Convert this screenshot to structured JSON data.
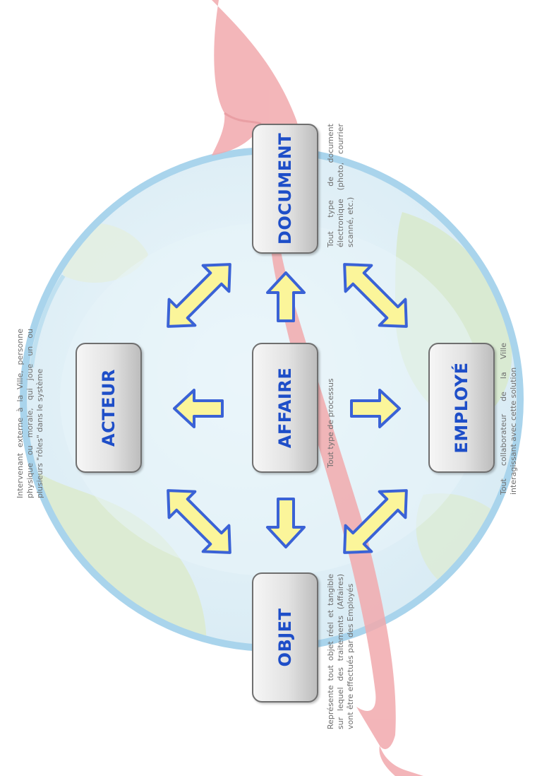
{
  "nodes": {
    "acteur": {
      "label": "ACTEUR",
      "description": "Intervenant externe à la Ville, personne physique ou morale, qui joue un ou plusieurs \"rôles\" dans le système"
    },
    "affaire": {
      "label": "AFFAIRE",
      "description": "Tout type de processus"
    },
    "employe": {
      "label": "EMPLOYÉ",
      "description": "Tout collaborateur de la Ville interagissant avec cette solution"
    },
    "document": {
      "label": "DOCUMENT",
      "description": "Tout type de document électronique (photo, courrier scanné, etc.)"
    },
    "objet": {
      "label": "OBJET",
      "description": "Représente tout objet réel et tangible sur lequel des traitements (Affaires) vont être effectués par des Employés"
    }
  },
  "colors": {
    "globe_fill": "#e4f2f8",
    "globe_rim": "#a9d4ec",
    "land": "#d8ead4",
    "ribbon": "#f1a9ad",
    "arrow_fill": "#fbf59a",
    "arrow_stroke": "#3a62d6",
    "label": "#1e4ec8"
  }
}
